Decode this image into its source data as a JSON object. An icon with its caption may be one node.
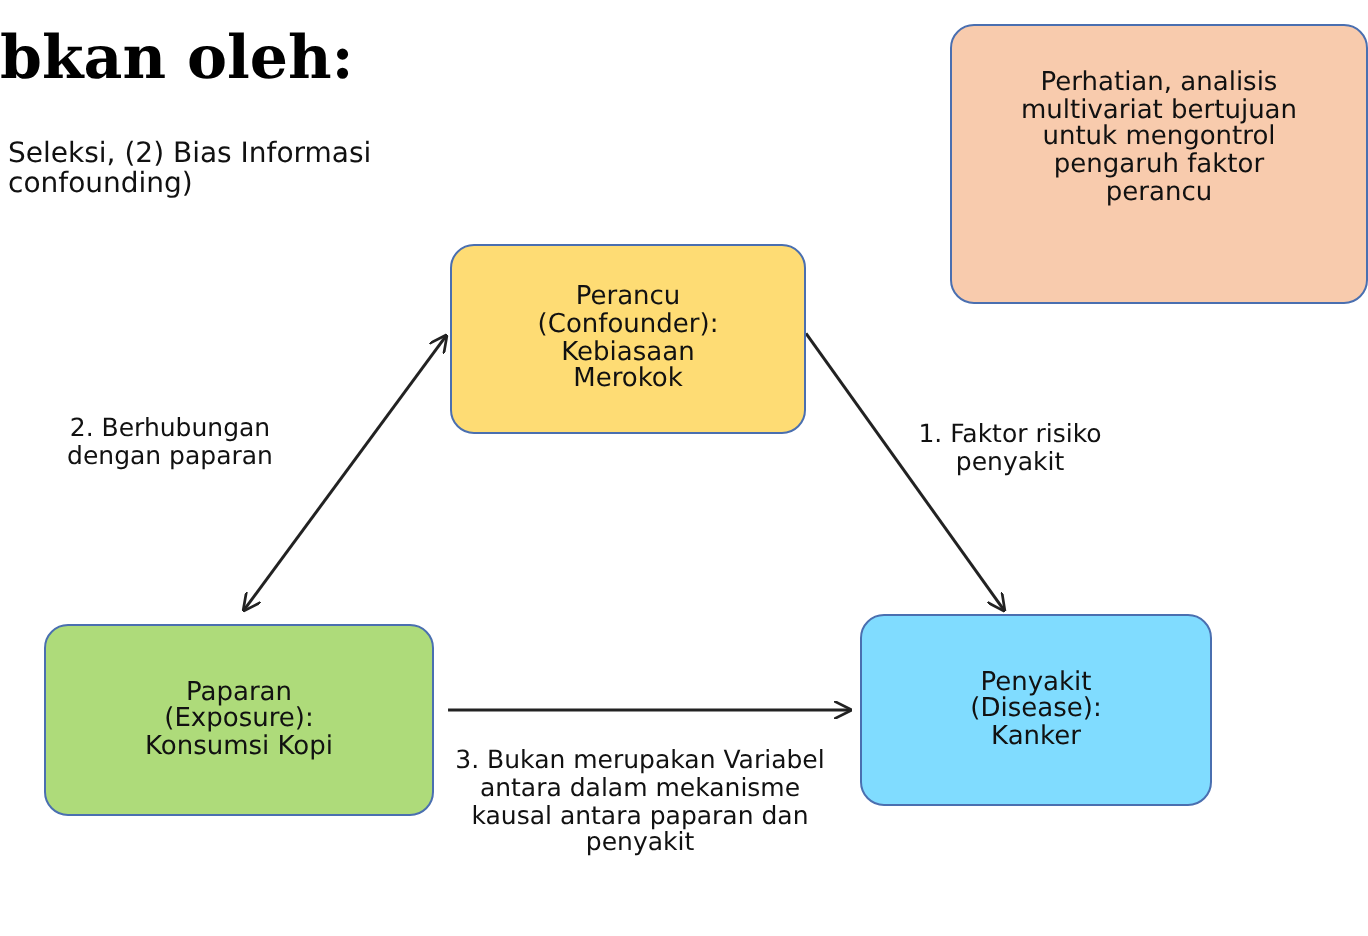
{
  "diagram": {
    "title": "bkan oleh:",
    "nodes": [
      {
        "text": [
          "Perancu (Confounder): Kebiasaan Merokok"
        ]
      },
      {
        "text": [
          "Paparan (Exposure): Konsumsi Kopi"
        ]
      },
      {
        "text": [
          "Penyakit (Disease): Kanker"
        ]
      },
      {
        "text": [
          "Perhatian, analisis multivariat bertujuan untuk mengontrol pengaruh faktor perancu"
        ]
      }
    ],
    "edges": [
      {
        "from": 1,
        "to": 0,
        "arrow": "both",
        "label": "2. Berhubungan dengan paparan"
      },
      {
        "from": 0,
        "to": 2,
        "arrow": "to",
        "label": "1. Faktor risiko penyakit"
      },
      {
        "from": 1,
        "to": 2,
        "arrow": "to",
        "label": "3. Bukan merupakan Variabel antara dalam mekanisme kausal antara paparan dan penyakit"
      }
    ],
    "labels": [
      "Seleksi, (2) Bias Informasi confounding)"
    ]
  }
}
